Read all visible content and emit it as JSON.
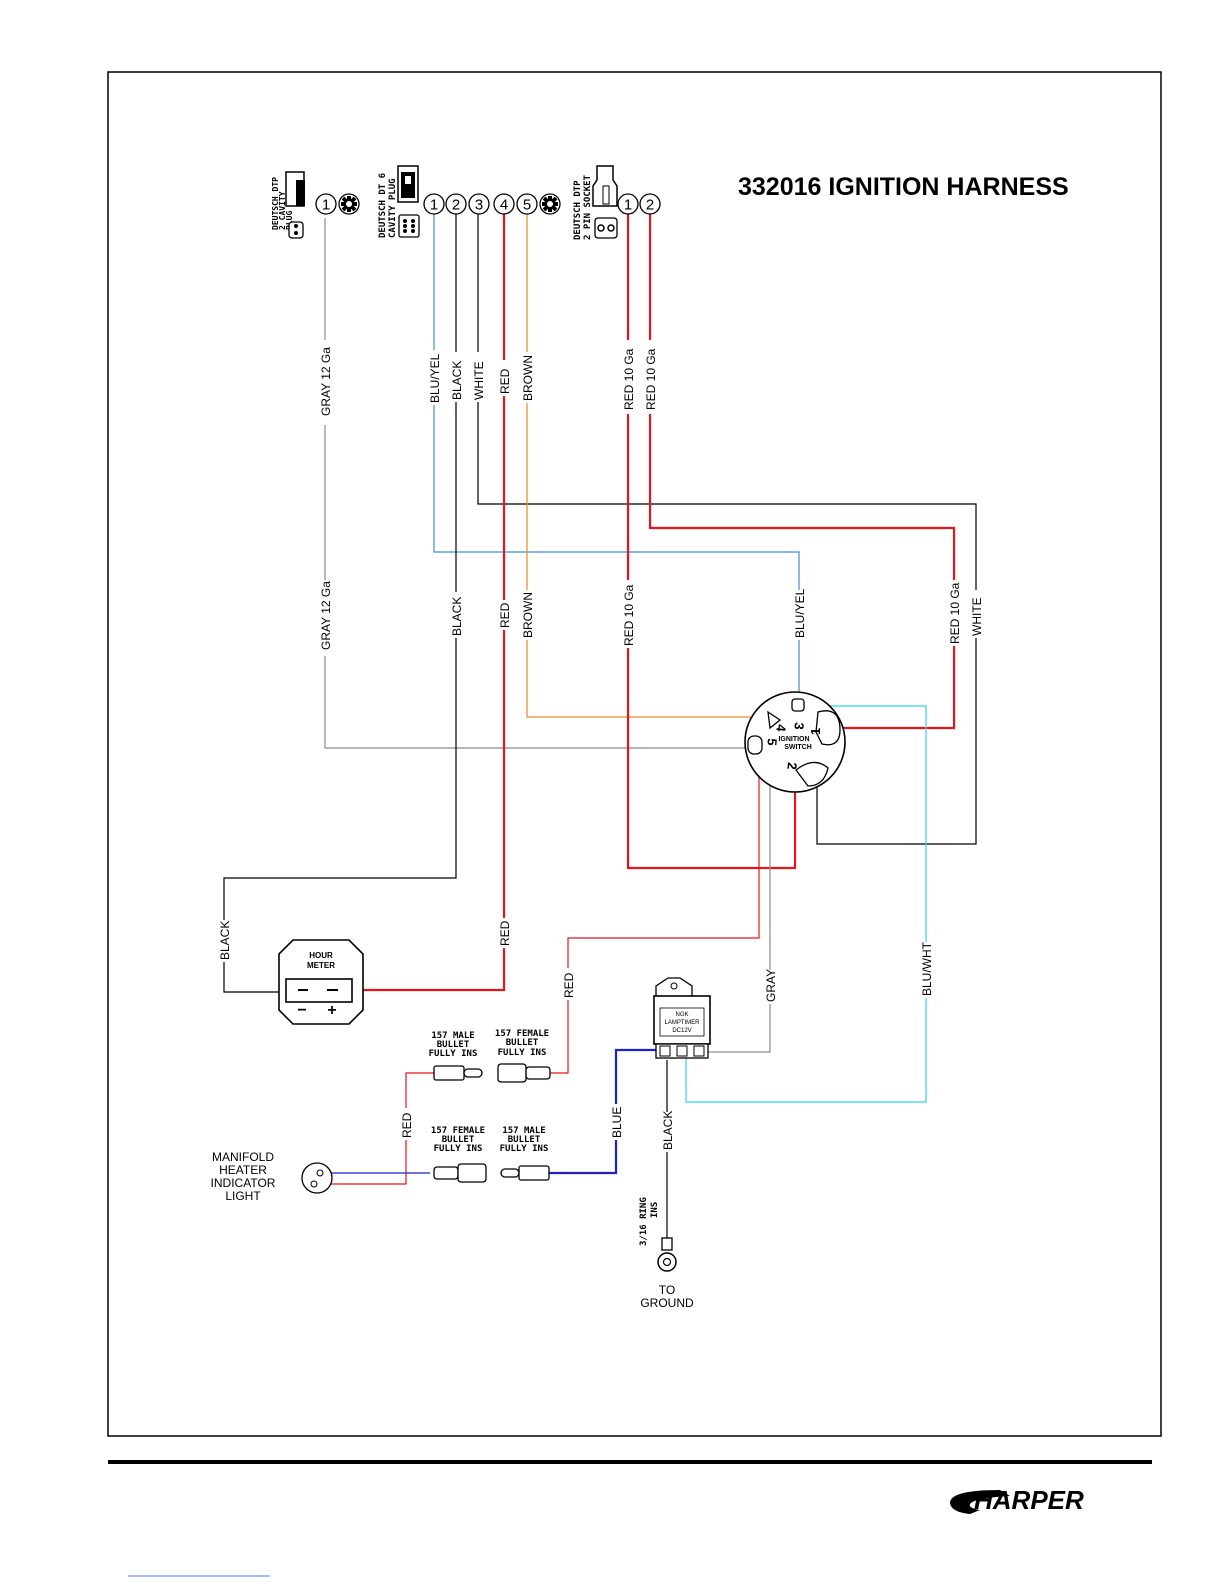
{
  "title": "332016 IGNITION HARNESS",
  "brand": "HARPER",
  "connectors": {
    "dtp_single": {
      "label_lines": [
        "DEUTSCH DTP",
        "2 CAVITY",
        "PLUG"
      ],
      "pins": [
        "1"
      ]
    },
    "dt6": {
      "label_lines": [
        "DEUTSCH DT 6",
        "CAVITY PLUG"
      ],
      "pins": [
        "1",
        "2",
        "3",
        "4",
        "5"
      ]
    },
    "dtp_socket": {
      "label_lines": [
        "DEUTSCH DTP",
        "2 PIN SOCKET"
      ],
      "pins": [
        "1",
        "2"
      ]
    }
  },
  "wire_labels": {
    "gray_top": "GRAY 12 Ga",
    "gray_mid": "GRAY 12 Ga",
    "bluyel_top": "BLU/YEL",
    "black_top": "BLACK",
    "white_top": "WHITE",
    "red_top": "RED",
    "brown_top": "BROWN",
    "red10_a_top": "RED 10 Ga",
    "red10_b_top": "RED 10 Ga",
    "black_mid": "BLACK",
    "red_mid": "RED",
    "brown_mid": "BROWN",
    "red10_a_mid": "RED 10 Ga",
    "bluyel_mid": "BLU/YEL",
    "red10_b_mid": "RED 10 Ga",
    "white_mid": "WHITE",
    "black_meter": "BLACK",
    "red_meter": "RED",
    "red_bullet": "RED",
    "gray_timer": "GRAY",
    "bluwht": "BLU/WHT",
    "red_light": "RED",
    "blue": "BLUE",
    "black_ground": "BLACK"
  },
  "ignition_switch": {
    "label_lines": [
      "IGNITION",
      "SWITCH"
    ],
    "terminals": [
      "1",
      "2",
      "3",
      "4",
      "5"
    ]
  },
  "hour_meter": {
    "label_lines": [
      "HOUR",
      "METER"
    ],
    "minus": "−",
    "plus": "+"
  },
  "lamptimer": {
    "label_lines": [
      "NGK",
      "LAMPTIMER",
      "DC12V"
    ]
  },
  "bullets": {
    "top_male": [
      "157 MALE",
      "BULLET",
      "FULLY INS"
    ],
    "top_female": [
      "157 FEMALE",
      "BULLET",
      "FULLY INS"
    ],
    "bottom_female": [
      "157 FEMALE",
      "BULLET",
      "FULLY INS"
    ],
    "bottom_male": [
      "157 MALE",
      "BULLET",
      "FULLY INS"
    ]
  },
  "indicator_light": {
    "label_lines": [
      "MANIFOLD",
      "HEATER",
      "INDICATOR",
      "LIGHT"
    ]
  },
  "ring_terminal": {
    "label_lines": [
      "3/16 RING",
      "INS"
    ]
  },
  "ground": {
    "label_lines": [
      "TO",
      "GROUND"
    ]
  },
  "colors": {
    "red": "#e8141b",
    "blue_light": "#3d8fd6",
    "brown": "#e88a2a",
    "gray": "#8a8a8a",
    "cyan": "#2fd6e8",
    "blue": "#1a22c8",
    "black": "#000000"
  }
}
